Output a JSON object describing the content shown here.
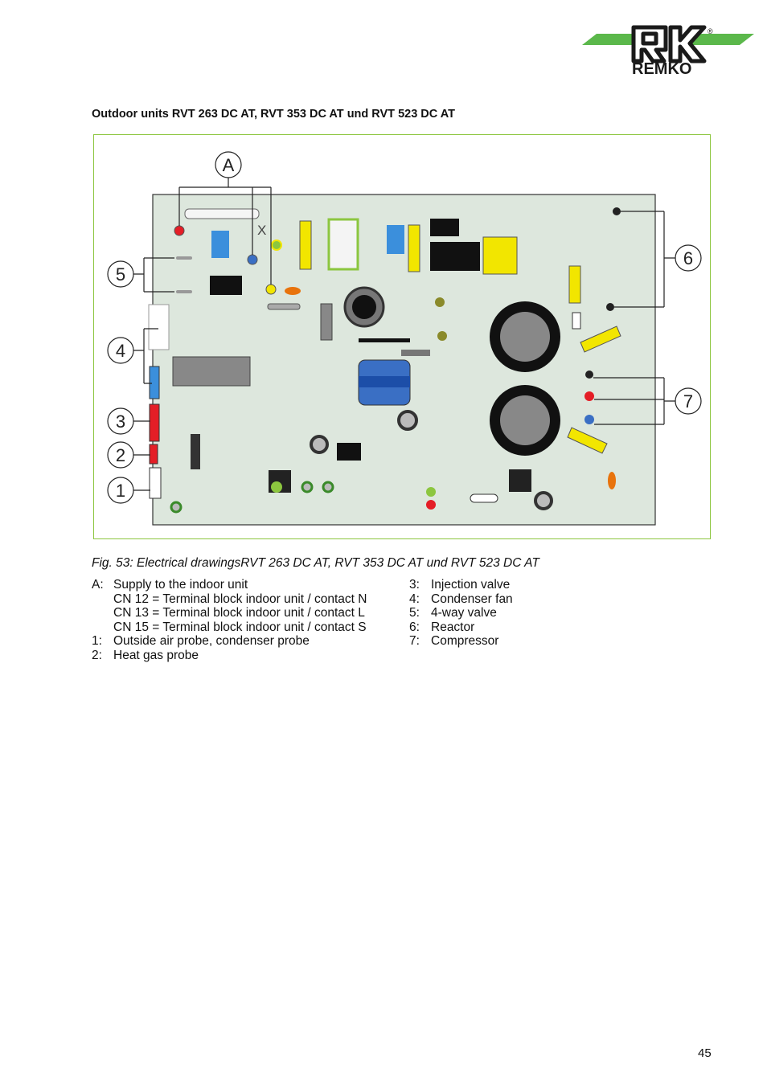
{
  "brand": {
    "name": "REMKO",
    "registered_mark": "®",
    "colors": {
      "green": "#5bb84b",
      "dark": "#1a1a1a"
    }
  },
  "heading": "Outdoor units RVT 263 DC AT, RVT 353 DC AT und RVT 523 DC AT",
  "figure": {
    "board_label_x": "X",
    "callouts": [
      "A",
      "5",
      "4",
      "3",
      "2",
      "1",
      "6",
      "7"
    ],
    "caption": "Fig. 53: Electrical drawingsRVT 263 DC AT, RVT 353 DC AT und RVT 523 DC AT"
  },
  "legend": {
    "left": [
      {
        "key": "A:",
        "text": "Supply to the indoor unit"
      },
      {
        "key": "",
        "text": "CN 12 = Terminal block indoor unit / contact N"
      },
      {
        "key": "",
        "text": "CN 13 = Terminal block indoor unit / contact L"
      },
      {
        "key": "",
        "text": "CN 15 = Terminal block indoor unit / contact S"
      },
      {
        "key": "1:",
        "text": "Outside air probe, condenser probe"
      },
      {
        "key": "2:",
        "text": "Heat gas probe"
      }
    ],
    "right": [
      {
        "key": "3:",
        "text": "Injection valve"
      },
      {
        "key": "4:",
        "text": "Condenser fan"
      },
      {
        "key": "5:",
        "text": "4-way valve"
      },
      {
        "key": "6:",
        "text": "Reactor"
      },
      {
        "key": "7:",
        "text": "Compressor"
      }
    ]
  },
  "page_number": "45"
}
